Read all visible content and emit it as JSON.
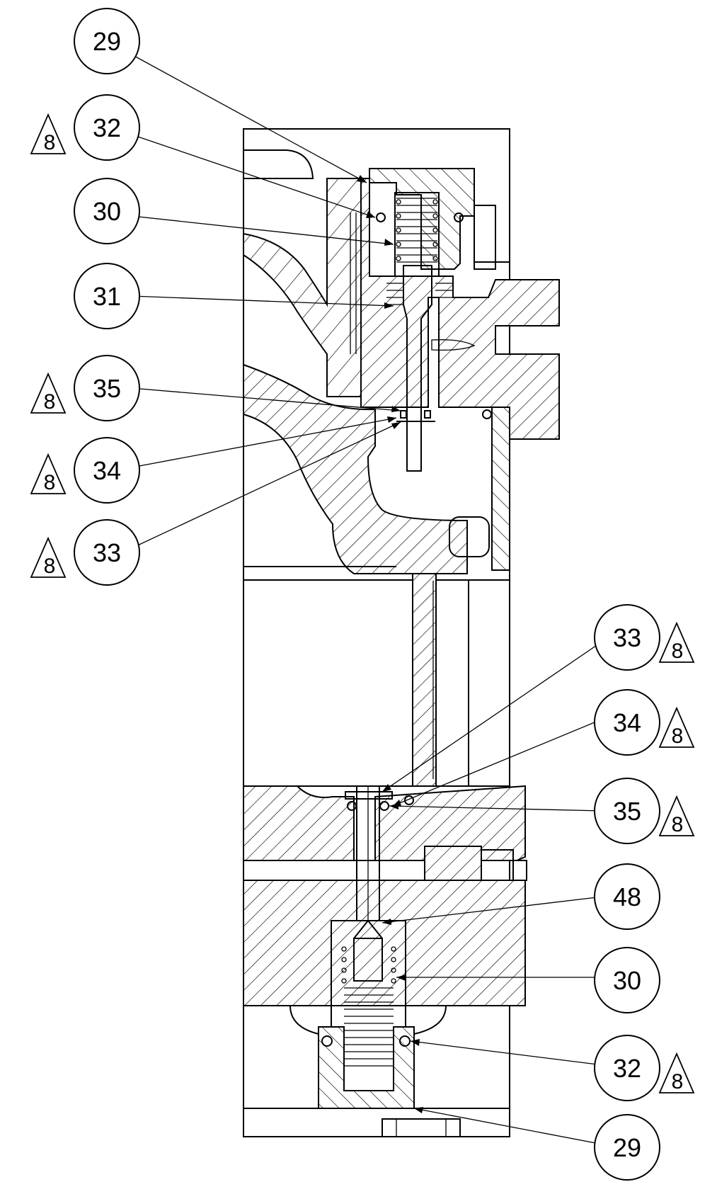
{
  "callouts": [
    {
      "id": "c1",
      "label": "29",
      "revision": ""
    },
    {
      "id": "c2",
      "label": "32",
      "revision": "8"
    },
    {
      "id": "c3",
      "label": "30",
      "revision": ""
    },
    {
      "id": "c4",
      "label": "31",
      "revision": ""
    },
    {
      "id": "c5",
      "label": "35",
      "revision": "8"
    },
    {
      "id": "c6",
      "label": "34",
      "revision": "8"
    },
    {
      "id": "c7",
      "label": "33",
      "revision": "8"
    },
    {
      "id": "c8",
      "label": "33",
      "revision": "8"
    },
    {
      "id": "c9",
      "label": "34",
      "revision": "8"
    },
    {
      "id": "c10",
      "label": "35",
      "revision": "8"
    },
    {
      "id": "c11",
      "label": "48",
      "revision": ""
    },
    {
      "id": "c12",
      "label": "30",
      "revision": ""
    },
    {
      "id": "c13",
      "label": "32",
      "revision": "8"
    },
    {
      "id": "c14",
      "label": "29",
      "revision": ""
    }
  ]
}
